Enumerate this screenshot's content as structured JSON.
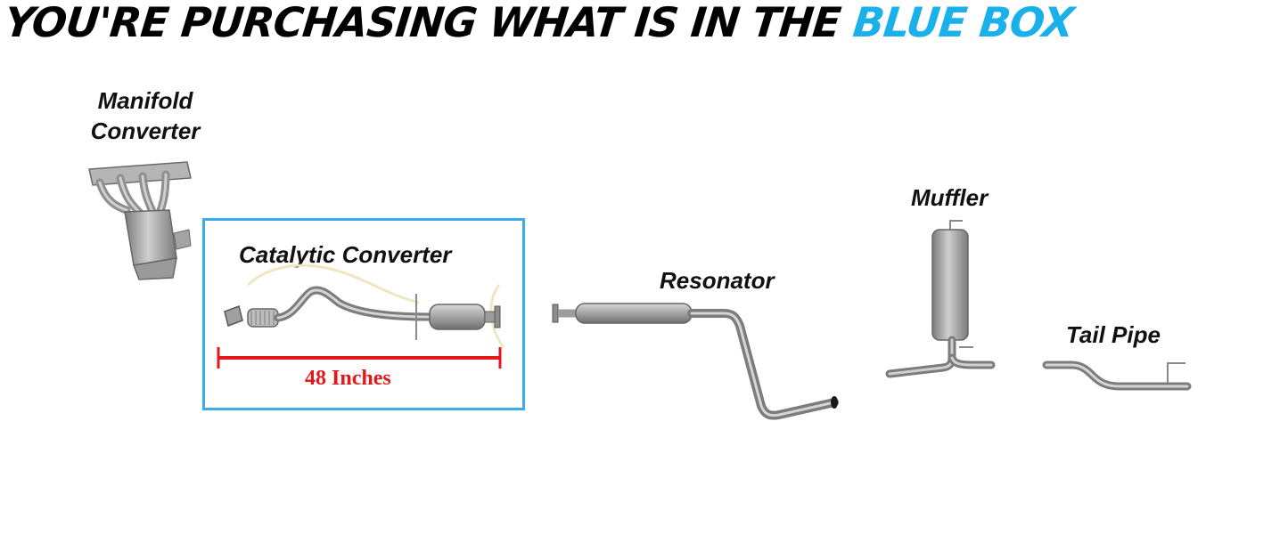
{
  "headline": {
    "prefix": "YOU'RE PURCHASING WHAT IS IN THE",
    "accent": "BLUE BOX",
    "accent_color": "#1ab0ea"
  },
  "labels": {
    "manifold_line1": "Manifold",
    "manifold_line2": "Converter",
    "catalytic": "Catalytic Converter",
    "resonator": "Resonator",
    "muffler": "Muffler",
    "tail_pipe": "Tail Pipe"
  },
  "measurement": {
    "text": "48 Inches",
    "color": "#e31919"
  },
  "highlight": {
    "box_color": "#3aaee8"
  }
}
